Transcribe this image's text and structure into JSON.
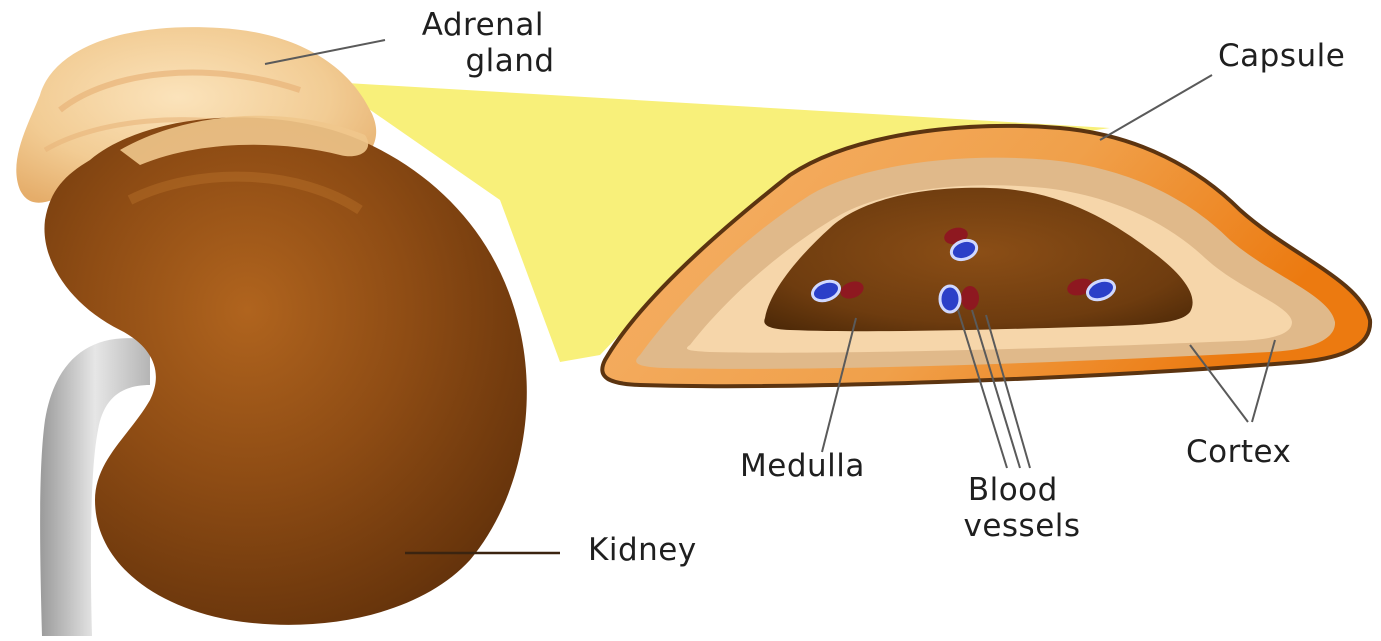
{
  "labels": {
    "adrenal_gland": [
      "Adrenal",
      "gland"
    ],
    "capsule": "Capsule",
    "medulla": "Medulla",
    "blood_vessels": [
      "Blood",
      "vessels"
    ],
    "cortex": "Cortex",
    "kidney": "Kidney"
  },
  "colors": {
    "kidney": "#8a4a12",
    "adrenal": "#f3cf98",
    "zoom_wedge": "#f8f07a",
    "capsule": "#f08a1c",
    "cortex_outer": "#e3bc8e",
    "cortex_inner": "#f6d7ac",
    "medulla": "#6a3a10",
    "vessel_blue": "#2b3fc8",
    "vessel_red": "#8e1820",
    "ureter": "#c8c8c8"
  }
}
